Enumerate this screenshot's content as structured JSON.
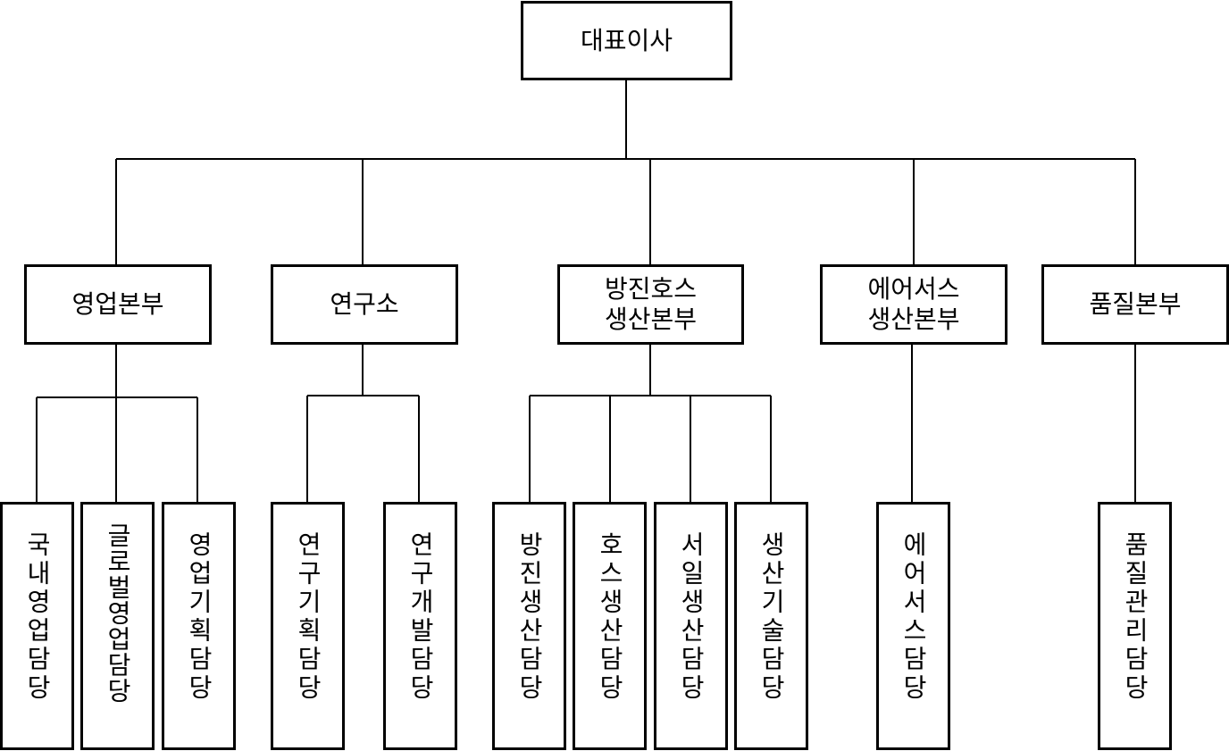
{
  "ceo": {
    "label": "대표이사"
  },
  "divisions": [
    {
      "label": "영업본부"
    },
    {
      "label": "연구소"
    },
    {
      "label": "방진호스\n생산본부"
    },
    {
      "label": "에어서스\n생산본부"
    },
    {
      "label": "품질본부"
    }
  ],
  "teams": [
    {
      "label": "국내영업담당"
    },
    {
      "label": "글로벌영업담당"
    },
    {
      "label": "영업기획담당"
    },
    {
      "label": "연구기획담당"
    },
    {
      "label": "연구개발담당"
    },
    {
      "label": "방진생산담당"
    },
    {
      "label": "호스생산담당"
    },
    {
      "label": "서일생산담당"
    },
    {
      "label": "생산기술담당"
    },
    {
      "label": "에어서스담당"
    },
    {
      "label": "품질관리담당"
    }
  ]
}
